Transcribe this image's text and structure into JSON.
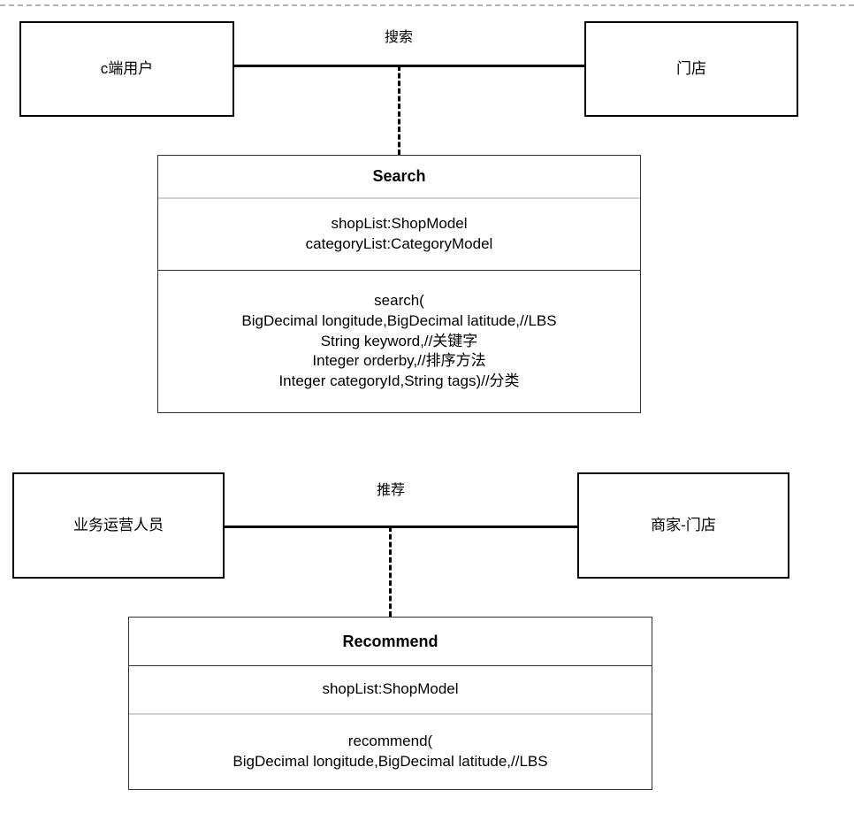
{
  "diagram": {
    "type": "uml-class-diagram",
    "page_boundary": "dashed-top-border"
  },
  "upper_section": {
    "left_actor": {
      "label": "c端用户",
      "name": "c-side-user"
    },
    "right_actor": {
      "label": "门店",
      "name": "store"
    },
    "association": {
      "label": "搜索",
      "name": "search-association"
    },
    "class": {
      "title": "Search",
      "attributes": "shopList:ShopModel\ncategoryList:CategoryModel",
      "operations": "search(\nBigDecimal longitude,BigDecimal latitude,//LBS\nString keyword,//关键字\nInteger orderby,//排序方法\nInteger categoryId,String tags)//分类"
    }
  },
  "lower_section": {
    "left_actor": {
      "label": "业务运营人员",
      "name": "business-operations-staff"
    },
    "right_actor": {
      "label": "商家-门店",
      "name": "merchant-store"
    },
    "association": {
      "label": "推荐",
      "name": "recommend-association"
    },
    "class": {
      "title": "Recommend",
      "attributes": "shopList:ShopModel",
      "operations": "recommend(\nBigDecimal longitude,BigDecimal latitude,//LBS"
    }
  },
  "colors": {
    "background": "#ffffff",
    "stroke": "#000000",
    "class_stroke": "#333333",
    "light_divider": "#d0d0d0",
    "page_boundary": "#b3b3b3"
  }
}
